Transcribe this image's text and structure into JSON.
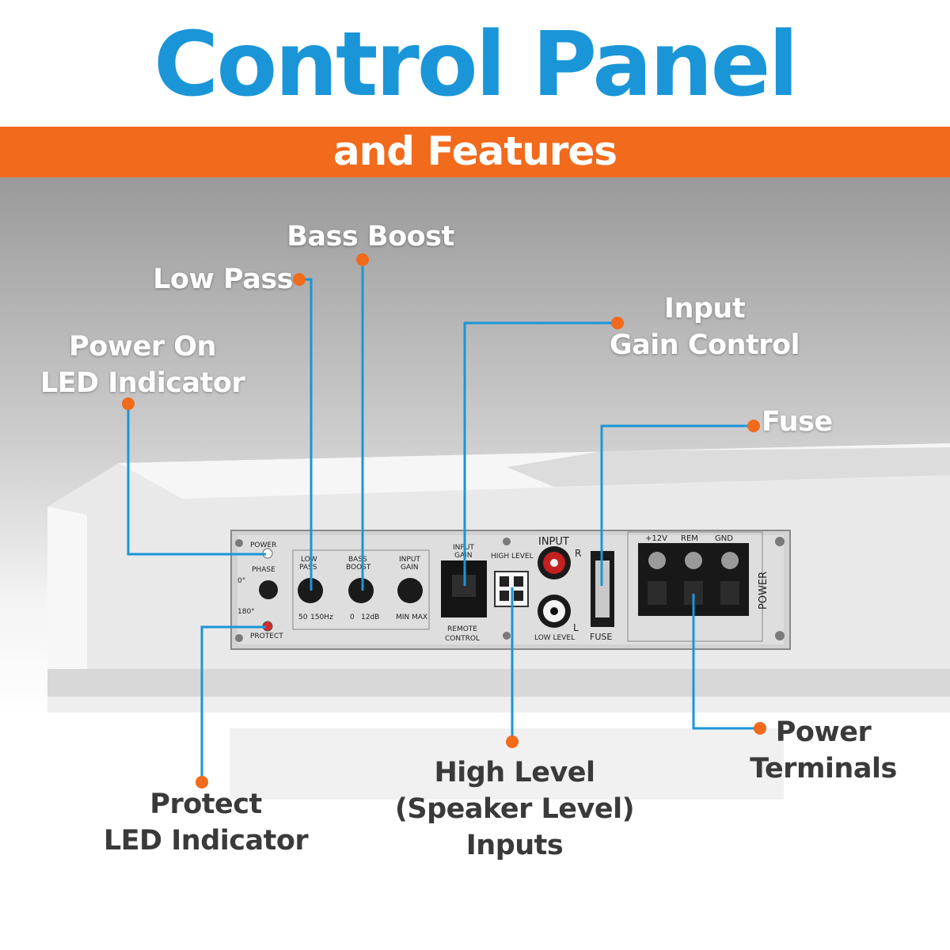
{
  "header": {
    "title": "Control Panel",
    "subtitle": "and Features"
  },
  "colors": {
    "title_blue": "#1a96d8",
    "banner_orange": "#f26a1b",
    "callout_dot": "#f26a1b",
    "callout_line": "#1a96d8"
  },
  "callouts": {
    "power_led": [
      "Power On",
      "LED Indicator"
    ],
    "low_pass": "Low Pass",
    "bass_boost": "Bass Boost",
    "input_gain": [
      "Input",
      "Gain Control"
    ],
    "fuse": "Fuse",
    "protect_led": [
      "Protect",
      "LED Indicator"
    ],
    "high_level": [
      "High Level",
      "(Speaker Level)",
      "Inputs"
    ],
    "power_terminals": [
      "Power",
      "Terminals"
    ]
  },
  "panel": {
    "power": "POWER",
    "phase": "PHASE",
    "phase_0": "0°",
    "phase_180": "180°",
    "protect": "PROTECT",
    "low_pass": [
      "LOW",
      "PASS"
    ],
    "low_pass_range": [
      "50",
      "150Hz"
    ],
    "bass_boost": [
      "BASS",
      "BOOST"
    ],
    "bass_boost_range": [
      "0",
      "12dB"
    ],
    "input_gain": [
      "INPUT",
      "GAIN"
    ],
    "input_gain_range": [
      "MIN",
      "MAX"
    ],
    "remote_top": [
      "INPUT",
      "GAIN"
    ],
    "remote_bottom": [
      "REMOTE",
      "CONTROL"
    ],
    "high_level": "HIGH LEVEL",
    "input": "INPUT",
    "input_r": "R",
    "input_l": "L",
    "low_level": "LOW LEVEL",
    "fuse": "FUSE",
    "terminal_12v": "+12V",
    "terminal_rem": "REM",
    "terminal_gnd": "GND",
    "power_vertical": "POWER"
  }
}
